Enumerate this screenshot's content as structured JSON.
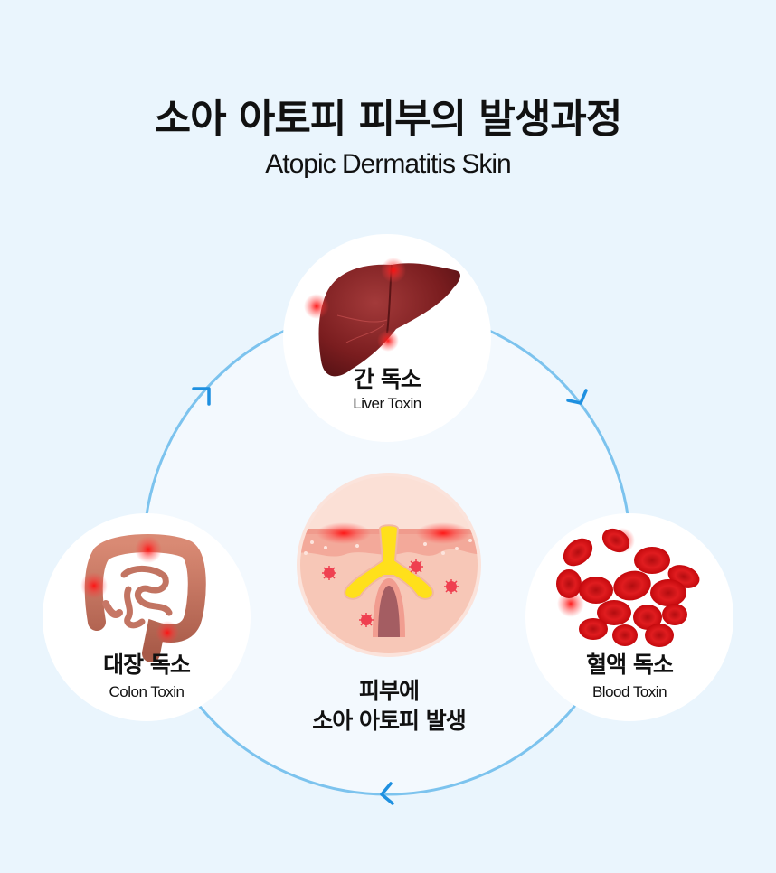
{
  "header": {
    "title": "소아 아토피 피부의 발생과정",
    "subtitle": "Atopic Dermatitis Skin"
  },
  "nodes": [
    {
      "id": "liver",
      "label_ko": "간 독소",
      "label_en": "Liver Toxin",
      "icon": "liver-icon"
    },
    {
      "id": "blood",
      "label_ko": "혈액 독소",
      "label_en": "Blood Toxin",
      "icon": "blood-cells-icon"
    },
    {
      "id": "colon",
      "label_ko": "대장 독소",
      "label_en": "Colon Toxin",
      "icon": "colon-icon"
    }
  ],
  "center": {
    "line1": "피부에",
    "line2": "소아 아토피 발생",
    "icon": "skin-follicle-icon"
  },
  "colors": {
    "background": "#eaf5fd",
    "inner": "#f3f9fe",
    "ring": "#7cc3ee",
    "arrow": "#1e90e0",
    "node_bg": "#ffffff",
    "toxin_glow": "#ff2020"
  },
  "flow": [
    "liver",
    "blood",
    "colon",
    "liver"
  ]
}
